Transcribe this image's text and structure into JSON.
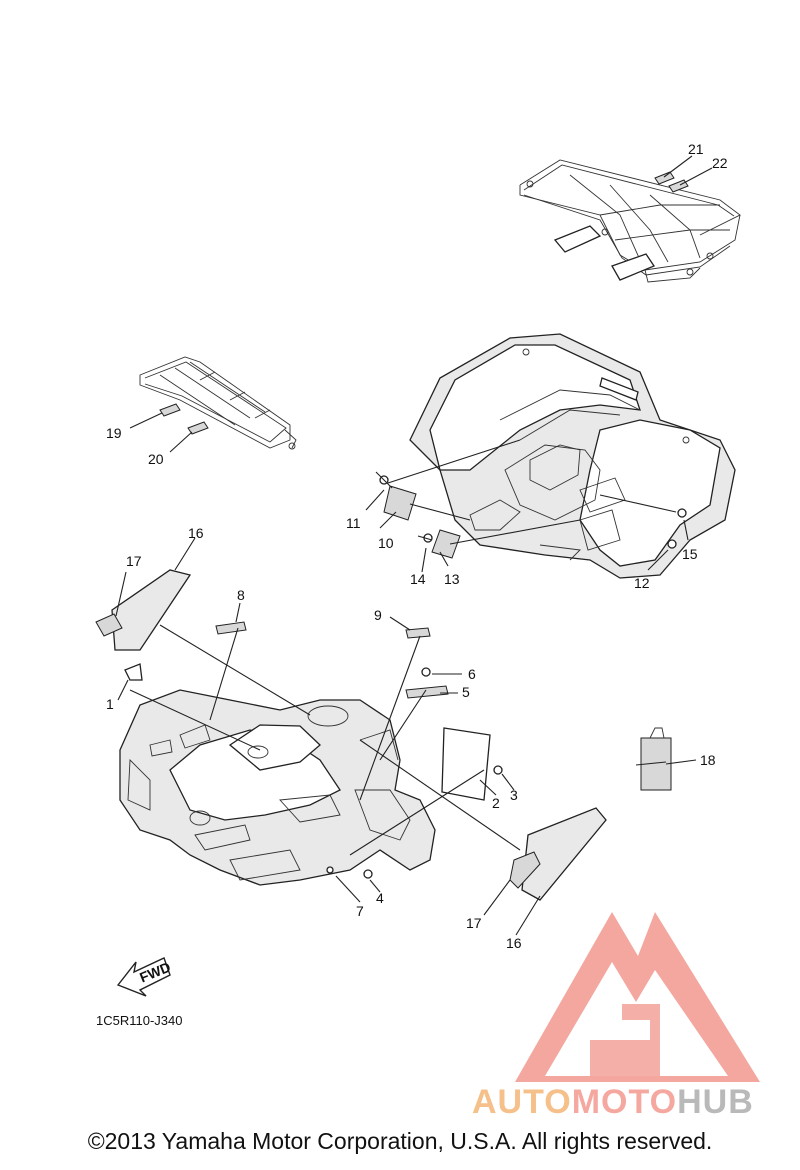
{
  "diagram": {
    "callouts": [
      {
        "id": "c1",
        "text": "1"
      },
      {
        "id": "c2",
        "text": "2"
      },
      {
        "id": "c3",
        "text": "3"
      },
      {
        "id": "c4",
        "text": "4"
      },
      {
        "id": "c5",
        "text": "5"
      },
      {
        "id": "c6",
        "text": "6"
      },
      {
        "id": "c7",
        "text": "7"
      },
      {
        "id": "c8",
        "text": "8"
      },
      {
        "id": "c9",
        "text": "9"
      },
      {
        "id": "c10",
        "text": "10"
      },
      {
        "id": "c11",
        "text": "11"
      },
      {
        "id": "c12",
        "text": "12"
      },
      {
        "id": "c13",
        "text": "13"
      },
      {
        "id": "c14",
        "text": "14"
      },
      {
        "id": "c15",
        "text": "15"
      },
      {
        "id": "c16a",
        "text": "16"
      },
      {
        "id": "c16b",
        "text": "16"
      },
      {
        "id": "c17a",
        "text": "17"
      },
      {
        "id": "c17b",
        "text": "17"
      },
      {
        "id": "c18",
        "text": "18"
      },
      {
        "id": "c19",
        "text": "19"
      },
      {
        "id": "c20",
        "text": "20"
      },
      {
        "id": "c21",
        "text": "21"
      },
      {
        "id": "c22",
        "text": "22"
      }
    ],
    "fwd_label": "FWD",
    "diagram_code": "1C5R110-J340"
  },
  "watermark": {
    "part1": "AUTO",
    "part2": "MOTO",
    "part3": "HUB",
    "colors": {
      "auto": "#f5c08a",
      "moto": "#f4a8a0",
      "hub": "#b9b9b9",
      "logo": "#f08a80"
    }
  },
  "footer": {
    "copyright": "©2013 Yamaha Motor Corporation, U.S.A. All rights reserved."
  }
}
